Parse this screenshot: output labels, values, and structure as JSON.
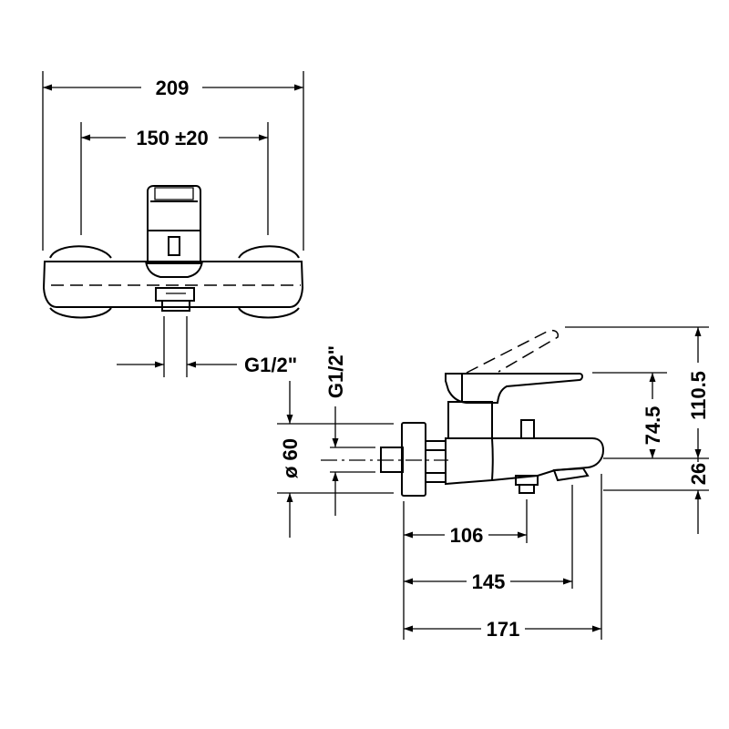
{
  "dimensions": {
    "front_overall_width": "209",
    "front_center_distance": "150 ±20",
    "front_inlet_thread": "G1/2\"",
    "side_inlet_thread": "G1/2\"",
    "side_escutcheon_diameter": "ø 60",
    "side_to_outlet": "106",
    "side_to_spout_front": "145",
    "side_overall_depth": "171",
    "side_handle_height": "74.5",
    "side_lever_raised_height": "110.5",
    "side_spout_height": "26"
  }
}
